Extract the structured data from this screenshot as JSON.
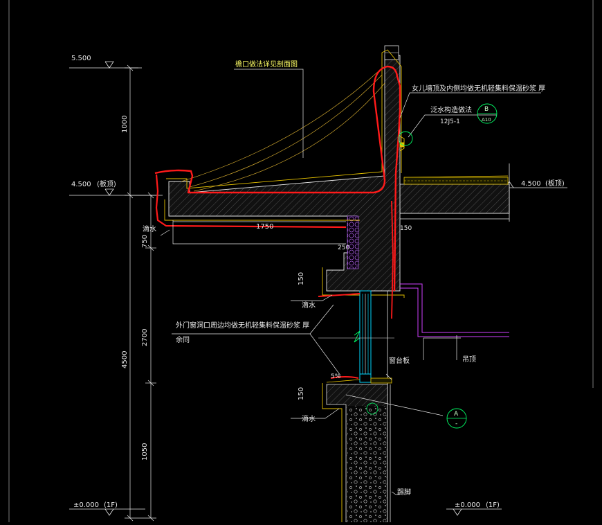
{
  "drawing": {
    "elevations": {
      "top_5500": "5.500",
      "roof_left_value": "4.500",
      "roof_left_suffix": "(板顶)",
      "roof_right_value": "4.500",
      "roof_right_suffix": "(板顶)",
      "ground_left_value": "±0.000",
      "ground_left_suffix": "(1F)",
      "ground_right_value": "±0.000",
      "ground_right_suffix": "(1F)"
    },
    "dimensions": {
      "d1000": "1000",
      "d750": "750",
      "d4500": "4500",
      "d2700": "2700",
      "d1050": "1050",
      "d1750": "1750",
      "d250": "250",
      "d150_right": "150",
      "d150_upper": "150",
      "d150_lower": "150",
      "slope_5pct": "5%"
    },
    "annotations": {
      "cornice_note": "檐口做法详见剖面图",
      "parapet_note": "女儿墙顶及内侧均做无机轻集料保温砂浆 厚",
      "flashing_note": "泛水构造做法",
      "flashing_ref": "12J5-1",
      "window_note_line1": "外门窗洞口周边均做无机轻集料保温砂浆 厚",
      "window_note_line2": "余同",
      "drip_1": "滴水",
      "drip_2": "滴水",
      "drip_3": "滴水",
      "ceiling": "吊顶",
      "window_sill": "窗台板",
      "skirting": "踢脚"
    },
    "callouts": {
      "b_letter": "B",
      "b_sheet": "A10",
      "a_letter": "A",
      "a_sheet": "-"
    }
  }
}
